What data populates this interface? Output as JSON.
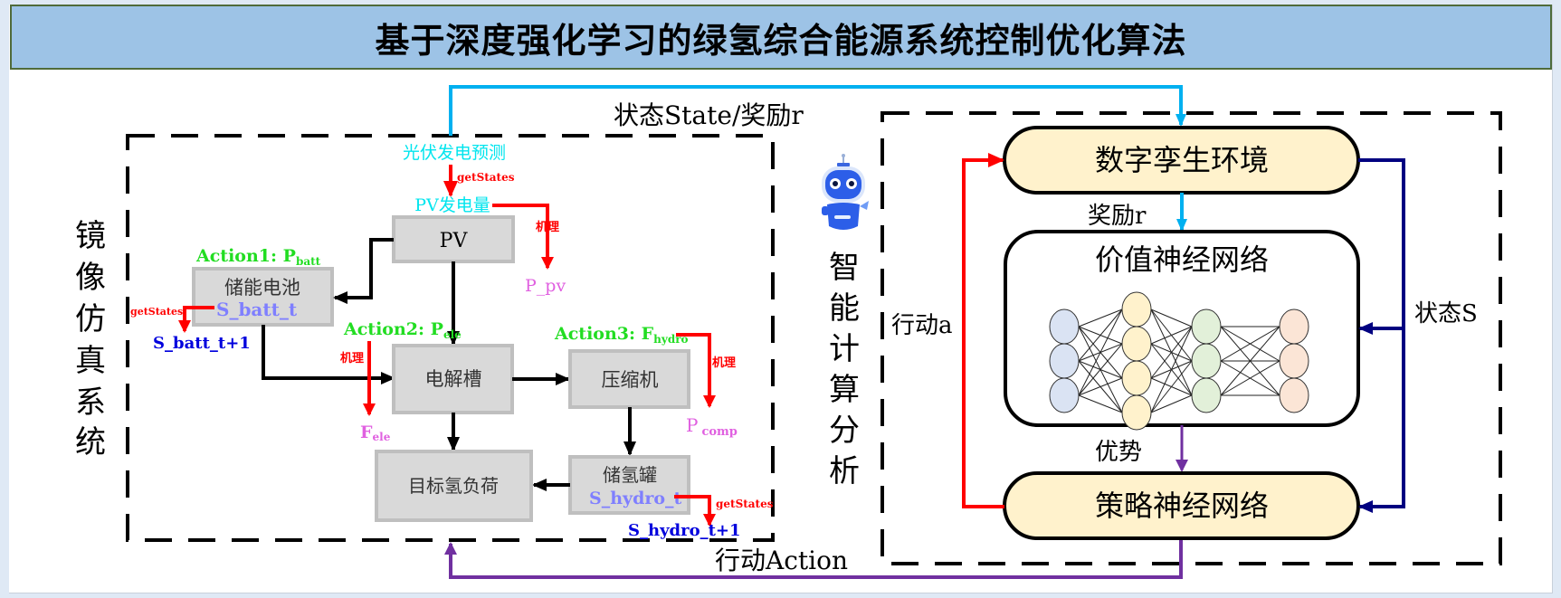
{
  "title": "基于深度强化学习的绿氢综合能源系统控制优化算法",
  "colors": {
    "title_bg": "#9dc3e6",
    "box_fill": "#d9d9d9",
    "pill_fill": "#fff2cc",
    "action_green": "#22dd22",
    "mechanism_red": "#ff0000",
    "state_blue_light": "#7f7fff",
    "state_blue_dark": "#0000dd",
    "output_pink": "#e060e0",
    "pv_cyan": "#00e5ee",
    "reward_cyan": "#00b0f0",
    "state_navy": "#000080",
    "action_purple": "#7030a0",
    "nn_layer1": "#dae3f3",
    "nn_layer2": "#fff2cc",
    "nn_layer3": "#e2f0d9",
    "nn_layer4": "#fbe5d6"
  },
  "left_section": {
    "label": [
      "镜",
      "像",
      "仿",
      "真",
      "系",
      "统"
    ],
    "pv_forecast": "光伏发电预测",
    "pv_output": "PV发电量",
    "get_states": "getStates",
    "mechanism": "机理",
    "p_pv": "P_pv",
    "blocks": {
      "pv": "PV",
      "battery": "储能电池",
      "battery_state": "S_batt_t",
      "electrolyzer": "电解槽",
      "compressor": "压缩机",
      "hydrogen_tank": "储氢罐",
      "hydrogen_state": "S_hydro_t",
      "target_load": "目标氢负荷"
    },
    "actions": [
      {
        "label": "Action1: P",
        "sub": "batt"
      },
      {
        "label": "Action2: P",
        "sub": "ele"
      },
      {
        "label": "Action3: F",
        "sub": "hydro"
      }
    ],
    "next_states": {
      "battery": "S_batt_t+1",
      "hydrogen": "S_hydro_t+1"
    },
    "outputs": {
      "f_ele": {
        "main": "F",
        "sub": "ele"
      },
      "p_comp": {
        "main": "P",
        "sub": "comp"
      }
    }
  },
  "links": {
    "state_reward": "状态State/奖励r",
    "action": "行动Action"
  },
  "right_section": {
    "label": [
      "智",
      "能",
      "计",
      "算",
      "分",
      "析"
    ],
    "robot_icon": "robot-assistant-icon",
    "digital_twin": "数字孪生环境",
    "reward": "奖励r",
    "value_network": "价值神经网络",
    "advantage": "优势",
    "policy_network": "策略神经网络",
    "action_a": "行动a",
    "state_s": "状态S",
    "nn_layers": [
      3,
      4,
      3,
      3
    ]
  }
}
